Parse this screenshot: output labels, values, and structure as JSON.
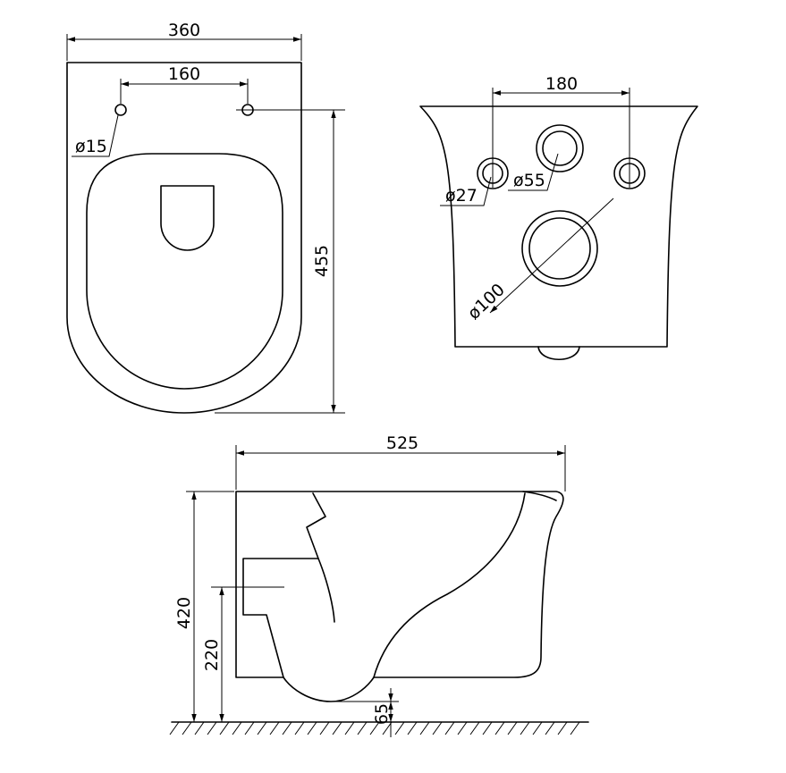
{
  "top_view": {
    "width": "360",
    "hole_spacing": "160",
    "hole_diameter": "ø15",
    "depth": "455"
  },
  "rear_view": {
    "bolt_spacing": "180",
    "bolt_diameter": "ø27",
    "inlet_diameter": "ø55",
    "outlet_diameter": "ø100"
  },
  "side_view": {
    "length": "525",
    "height": "420",
    "outlet_height": "220",
    "clearance": "65"
  }
}
